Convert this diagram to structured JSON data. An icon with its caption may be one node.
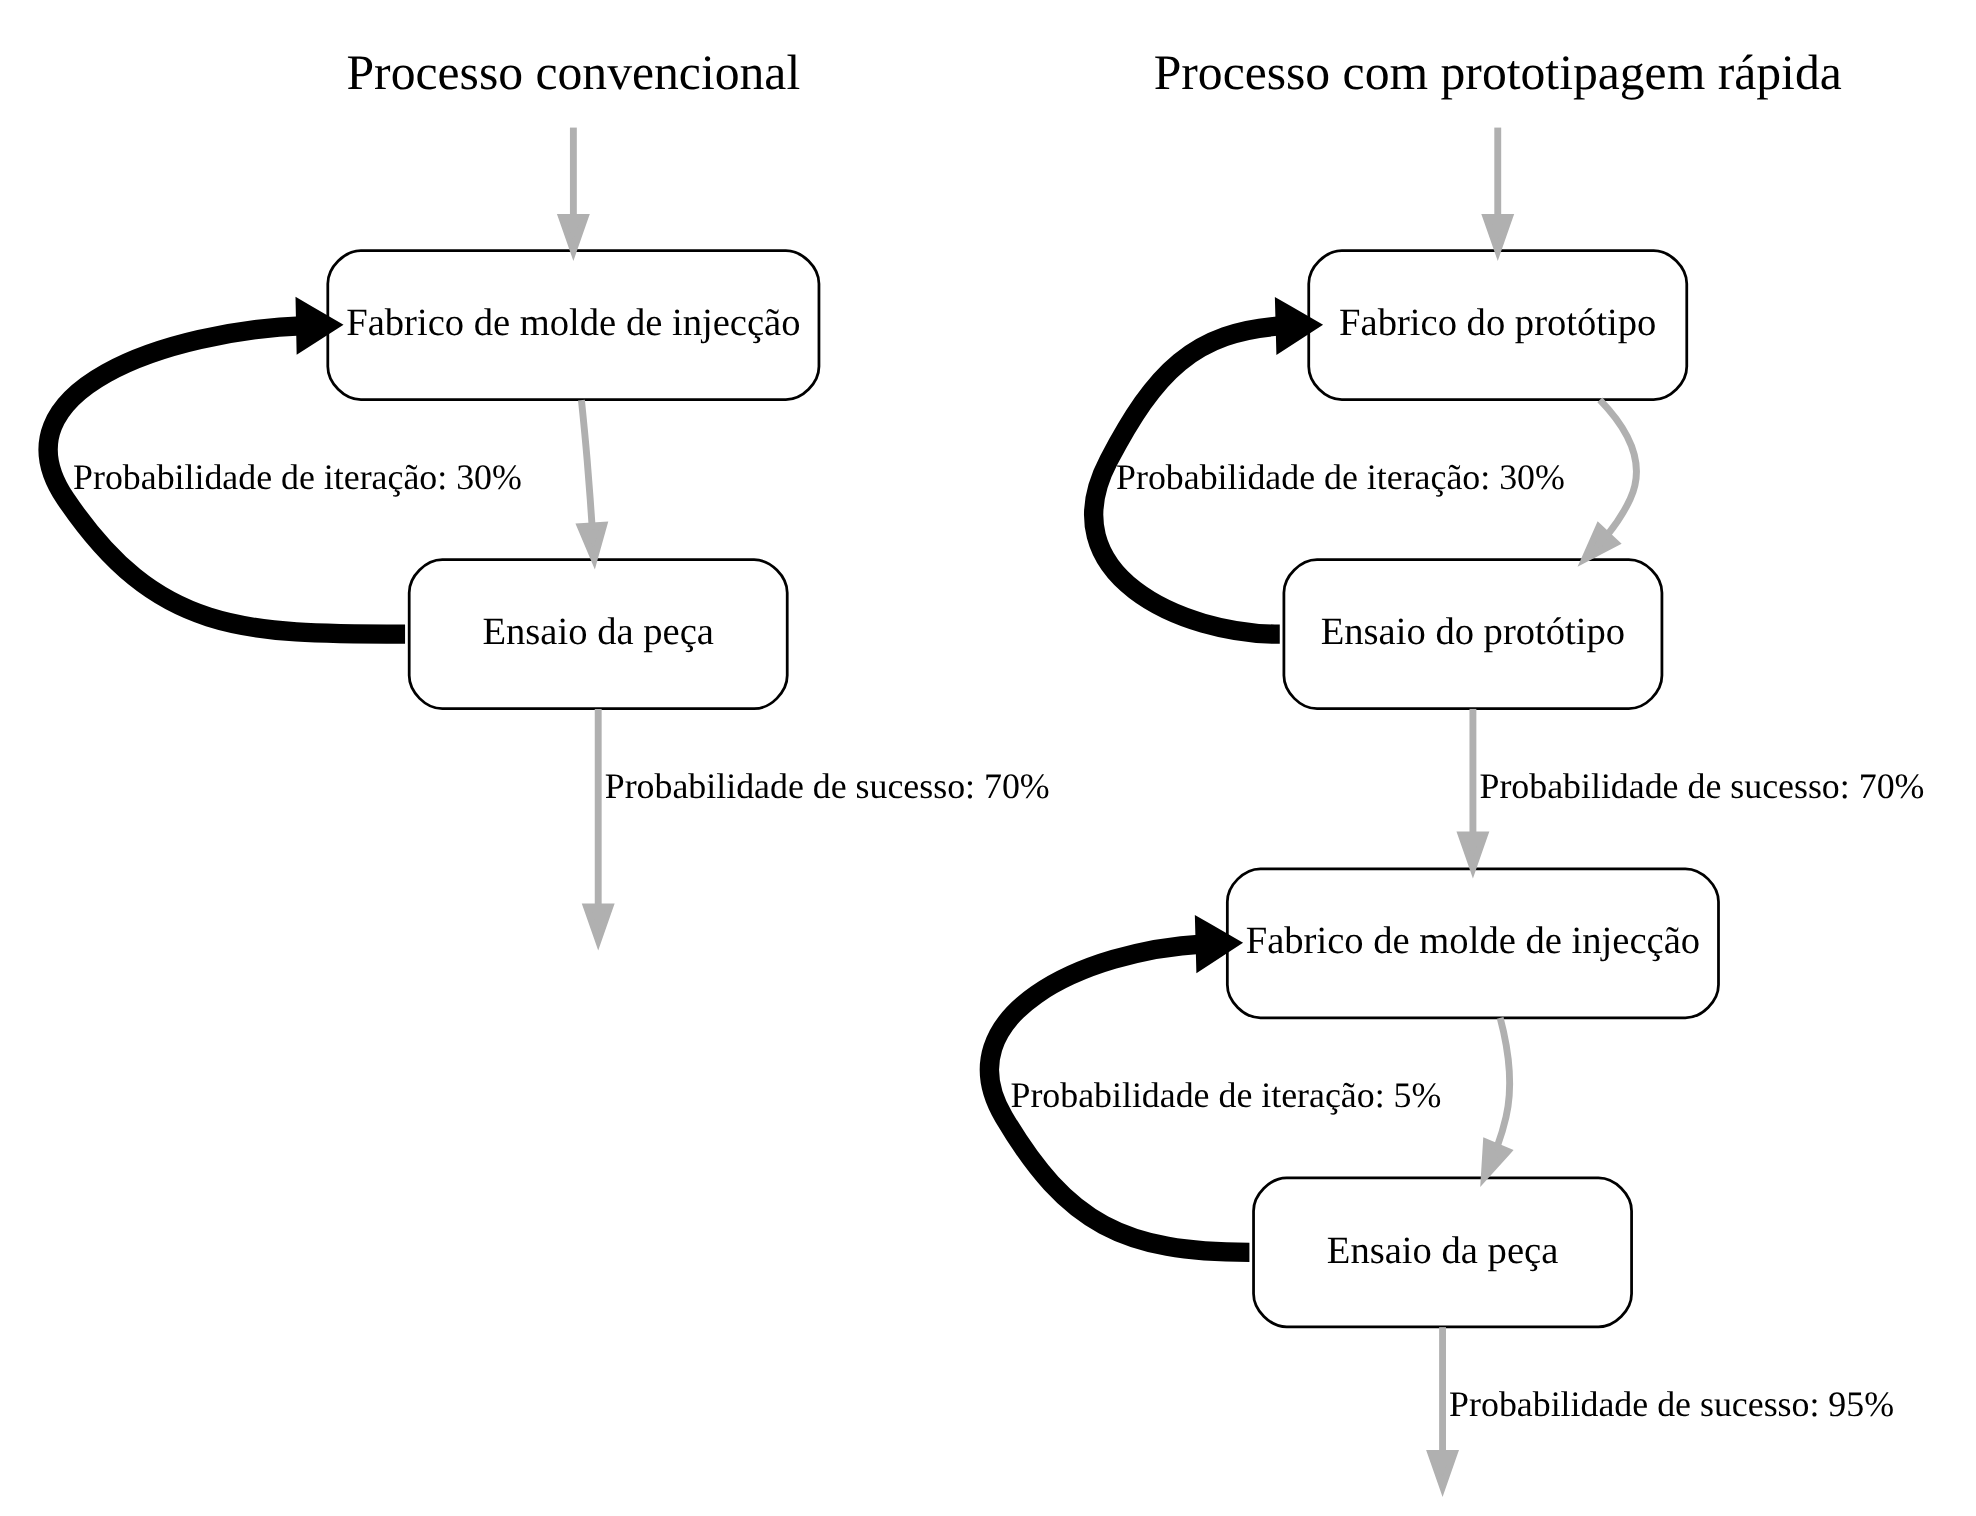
{
  "diagram": {
    "nodes": [
      {
        "text": [
          "Processo convencional"
        ]
      },
      {
        "text": [
          "Fabrico de molde de injecção"
        ]
      },
      {
        "text": [
          "Ensaio da peça"
        ]
      },
      {
        "text": [
          "Processo com prototipagem rápida"
        ]
      },
      {
        "text": [
          "Fabrico do protótipo"
        ]
      },
      {
        "text": [
          "Ensaio do protótipo"
        ]
      },
      {
        "text": [
          "Fabrico de molde de injecção"
        ]
      },
      {
        "text": [
          "Ensaio da peça"
        ]
      }
    ],
    "edges": [
      {
        "from": 0,
        "to": 1,
        "arrow": "to"
      },
      {
        "from": 1,
        "to": 2,
        "arrow": "to"
      },
      {
        "from": 2,
        "to": 1,
        "arrow": "to",
        "label": "Probabilidade de iteração: 30%",
        "style": "thick",
        "color": "#000000"
      },
      {
        "from": 2,
        "to": null,
        "arrow": "to",
        "label": "Probabilidade de sucesso: 70%"
      },
      {
        "from": 3,
        "to": 4,
        "arrow": "to"
      },
      {
        "from": 4,
        "to": 5,
        "arrow": "to"
      },
      {
        "from": 5,
        "to": 4,
        "arrow": "to",
        "label": "Probabilidade de iteração: 30%",
        "style": "thick",
        "color": "#000000"
      },
      {
        "from": 5,
        "to": 6,
        "arrow": "to",
        "label": "Probabilidade de sucesso: 70%"
      },
      {
        "from": 6,
        "to": 7,
        "arrow": "to"
      },
      {
        "from": 7,
        "to": 6,
        "arrow": "to",
        "label": "Probabilidade de iteração: 5%",
        "style": "thick",
        "color": "#000000"
      },
      {
        "from": 7,
        "to": null,
        "arrow": "to",
        "label": "Probabilidade de sucesso: 95%"
      }
    ]
  }
}
